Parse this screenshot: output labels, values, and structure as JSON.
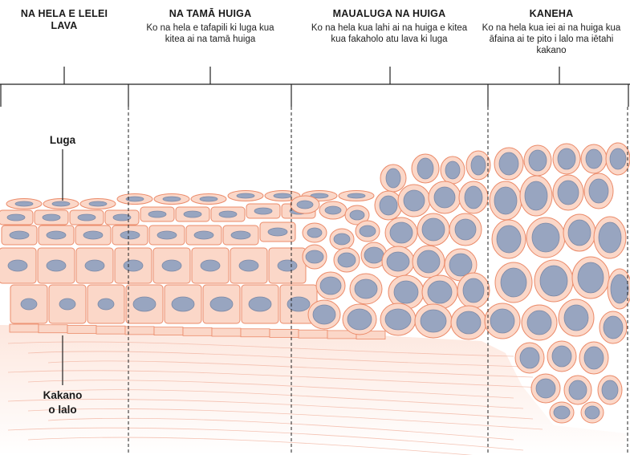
{
  "columns": [
    {
      "title": "NA HELA E LELEI LAVA",
      "desc": ""
    },
    {
      "title": "NA TAMĀ HUIGA",
      "desc": "Ko na hela e tafapili ki luga kua kitea ai na tamā huiga"
    },
    {
      "title": "MAUALUGA NA HUIGA",
      "desc": "Ko na hela kua lahi ai na huiga e kitea kua fakaholo atu lava ki luga"
    },
    {
      "title": "KANEHA",
      "desc": "Ko na hela kua iei ai na huiga kua āfaina ai te pito i lalo ma iētahi kakano"
    }
  ],
  "labels": {
    "top": "Luga",
    "bottom_line1": "Kakano",
    "bottom_line2": "o lalo"
  },
  "colors": {
    "cell_fill": "#fbd7c8",
    "cell_stroke": "#eb8b6a",
    "nucleus": "#98a5c0",
    "nucleus_stroke": "#7c89a6",
    "tissue": "#fdebe4",
    "fiber": "#f1b4a1",
    "line": "#222222"
  }
}
